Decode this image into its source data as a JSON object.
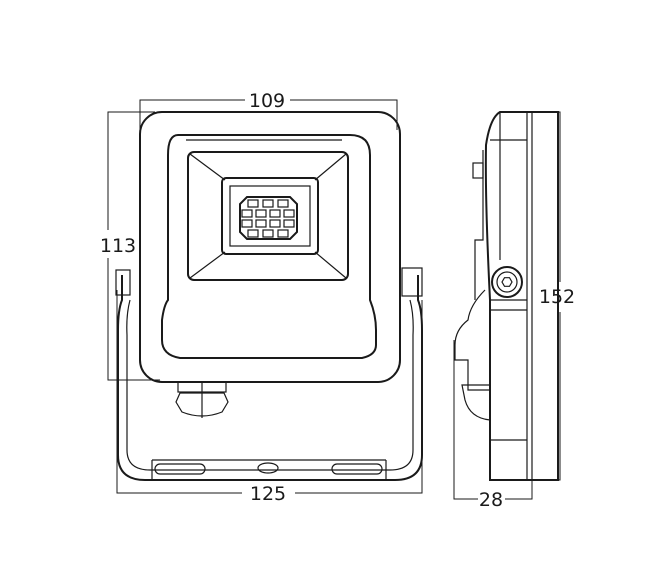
{
  "dimensions": {
    "front_width": "109",
    "front_height": "113",
    "bracket_width": "125",
    "side_height": "152",
    "side_depth": "28"
  },
  "colors": {
    "line": "#1a1a1a",
    "background": "#ffffff"
  }
}
